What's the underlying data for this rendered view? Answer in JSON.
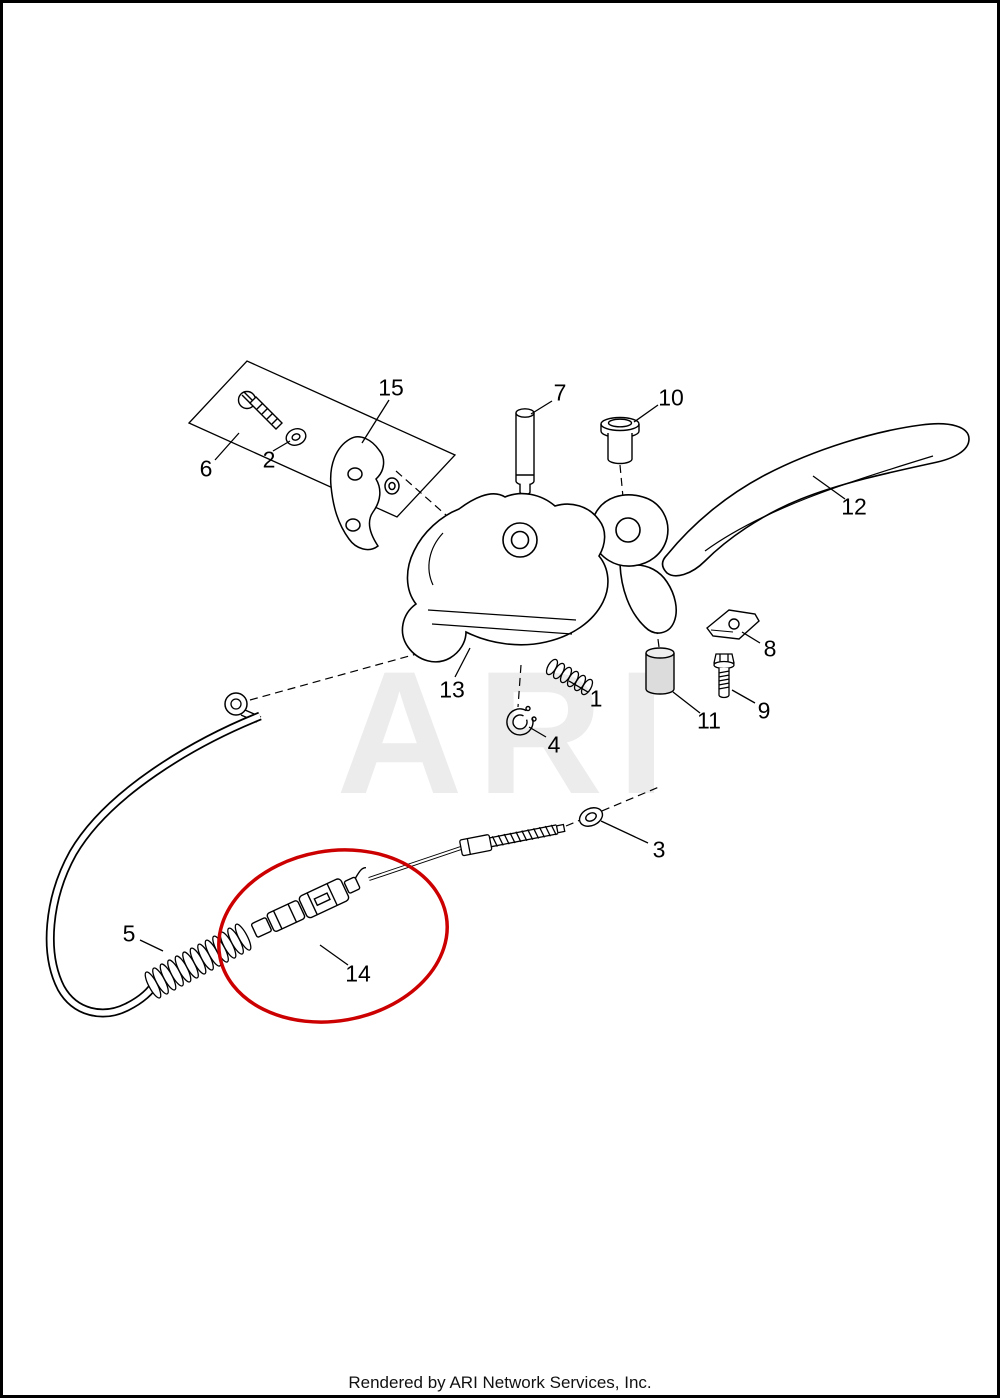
{
  "watermark": "ARI",
  "footer": {
    "credit": "Rendered by ARI Network Services, Inc."
  },
  "diagram": {
    "highlight_color": "#cc0000",
    "parts": {
      "p1": {
        "label": "1"
      },
      "p2": {
        "label": "2"
      },
      "p3": {
        "label": "3"
      },
      "p4": {
        "label": "4"
      },
      "p5": {
        "label": "5"
      },
      "p6": {
        "label": "6"
      },
      "p7": {
        "label": "7"
      },
      "p8": {
        "label": "8"
      },
      "p9": {
        "label": "9"
      },
      "p10": {
        "label": "10"
      },
      "p11": {
        "label": "11"
      },
      "p12": {
        "label": "12"
      },
      "p13": {
        "label": "13"
      },
      "p14": {
        "label": "14"
      },
      "p15": {
        "label": "15"
      }
    }
  }
}
